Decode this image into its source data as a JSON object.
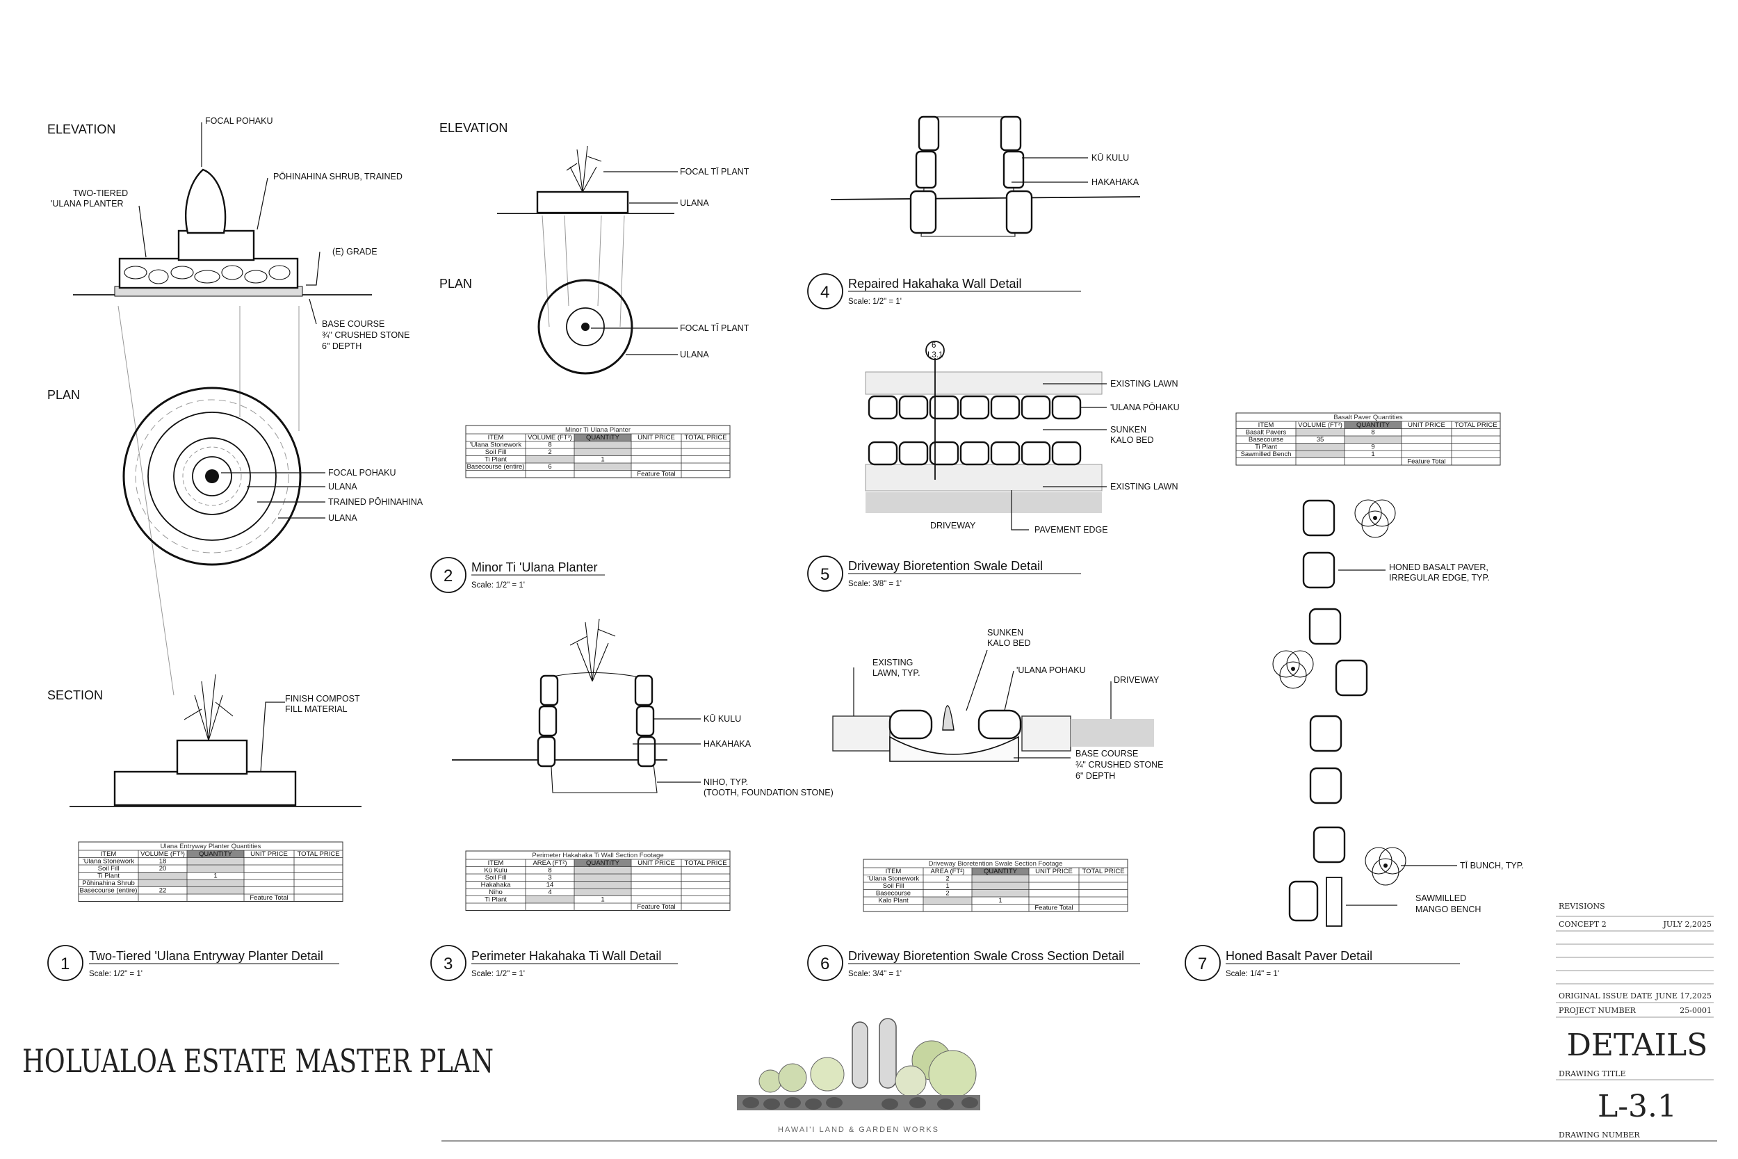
{
  "project_title": "HOLUALOA ESTATE MASTER PLAN",
  "logo_tagline": "HAWAI'I LAND & GARDEN WORKS",
  "title_block": {
    "revisions_label": "REVISIONS",
    "revision_name": "CONCEPT 2",
    "revision_date": "JULY 2,2025",
    "original_issue_label": "ORIGINAL ISSUE DATE",
    "original_issue_date": "JUNE 17,2025",
    "project_number_label": "PROJECT NUMBER",
    "project_number": "25-0001",
    "drawing_title": "DETAILS",
    "drawing_title_label": "DRAWING TITLE",
    "drawing_number": "L-3.1",
    "drawing_number_label": "DRAWING NUMBER"
  },
  "views": {
    "elevation": "ELEVATION",
    "plan": "PLAN",
    "section": "SECTION"
  },
  "details": [
    {
      "number": "1",
      "title": "Two-Tiered 'Ulana Entryway Planter Detail",
      "scale": "Scale:  1/2\" = 1'"
    },
    {
      "number": "2",
      "title": "Minor Ti 'Ulana Planter",
      "scale": "Scale:  1/2\" = 1'"
    },
    {
      "number": "3",
      "title": "Perimeter Hakahaka Ti Wall Detail",
      "scale": "Scale:  1/2\" = 1'"
    },
    {
      "number": "4",
      "title": "Repaired Hakahaka Wall Detail",
      "scale": "Scale:  1/2\" = 1'"
    },
    {
      "number": "5",
      "title": "Driveway Bioretention Swale Detail",
      "scale": "Scale:  3/8\" = 1'"
    },
    {
      "number": "6",
      "title": "Driveway Bioretention Swale Cross Section Detail",
      "scale": "Scale:  3/4\" = 1'"
    },
    {
      "number": "7",
      "title": "Honed Basalt Paver Detail",
      "scale": "Scale:  1/4\" = 1'"
    }
  ],
  "labels": {
    "d1": {
      "focal_pohaku": "FOCAL POHAKU",
      "pohinahina_shrub": "PŌHINAHINA SHRUB, TRAINED",
      "two_tiered_1": "TWO-TIERED",
      "two_tiered_2": "'ULANA PLANTER",
      "grade": "(E) GRADE",
      "base_course_1": "BASE COURSE",
      "base_course_2": "¾\" CRUSHED STONE",
      "base_course_3": "6\" DEPTH",
      "plan_focal": "FOCAL POHAKU",
      "plan_ulana_1": "ULANA",
      "plan_trained": "TRAINED PŌHINAHINA",
      "plan_ulana_2": "ULANA",
      "compost_1": "FINISH COMPOST",
      "compost_2": "FILL MATERIAL"
    },
    "d2": {
      "focal_ti_1": "FOCAL TĪ PLANT",
      "ulana_1": "ULANA",
      "focal_ti_2": "FOCAL TĪ PLANT",
      "ulana_2": "ULANA"
    },
    "d3": {
      "ku_kulu": "KŪ KULU",
      "hakahaka": "HAKAHAKA",
      "niho_1": "NIHO, TYP.",
      "niho_2": "(TOOTH, FOUNDATION STONE)"
    },
    "d4": {
      "ku_kulu": "KŪ KULU",
      "hakahaka": "HAKAHAKA"
    },
    "d5": {
      "existing_lawn_1": "EXISTING LAWN",
      "ulana_pohaku": "'ULANA PŌHAKU",
      "sunken_1": "SUNKEN",
      "sunken_2": "KALO BED",
      "existing_lawn_2": "EXISTING LAWN",
      "driveway": "DRIVEWAY",
      "pavement_edge": "PAVEMENT EDGE",
      "section_mark": "6",
      "section_sheet": "L3.1"
    },
    "d6": {
      "sunken_1": "SUNKEN",
      "sunken_2": "KALO BED",
      "existing_1": "EXISTING",
      "existing_2": "LAWN, TYP.",
      "ulana_pohaku": "'ULANA POHAKU",
      "driveway": "DRIVEWAY",
      "base_course_1": "BASE COURSE",
      "base_course_2": "¾\" CRUSHED STONE",
      "base_course_3": "6\" DEPTH"
    },
    "d7": {
      "paver_1": "HONED BASALT PAVER,",
      "paver_2": "IRREGULAR EDGE, TYP.",
      "ti_bunch": "TĪ BUNCH, TYP.",
      "bench_1": "SAWMILLED",
      "bench_2": "MANGO BENCH"
    }
  },
  "tables": {
    "t1": {
      "caption": "Ulana Entryway Planter Quantities",
      "headers": [
        "ITEM",
        "VOLUME (FT³)",
        "QUANTITY",
        "UNIT PRICE",
        "TOTAL PRICE"
      ],
      "rows": [
        [
          "'Ulana Stonework",
          "18",
          "",
          "",
          ""
        ],
        [
          "Soil Fill",
          "20",
          "",
          "",
          ""
        ],
        [
          "Ti Plant",
          "",
          "1",
          "",
          ""
        ],
        [
          "Pōhinahina Shrub",
          "",
          "",
          "",
          ""
        ],
        [
          "Basecourse (entire)",
          "22",
          "",
          "",
          ""
        ]
      ],
      "footer": "Feature Total"
    },
    "t2": {
      "caption": "Minor Ti Ulana Planter",
      "headers": [
        "ITEM",
        "VOLUME (FT³)",
        "QUANTITY",
        "UNIT PRICE",
        "TOTAL PRICE"
      ],
      "rows": [
        [
          "'Ulana Stonework",
          "8",
          "",
          "",
          ""
        ],
        [
          "Soil Fill",
          "2",
          "",
          "",
          ""
        ],
        [
          "Ti Plant",
          "",
          "1",
          "",
          ""
        ],
        [
          "Basecourse (entire)",
          "6",
          "",
          "",
          ""
        ]
      ],
      "footer": "Feature Total"
    },
    "t3": {
      "caption": "Perimeter Hakahaka Ti Wall Section Footage",
      "headers": [
        "ITEM",
        "AREA (FT²)",
        "QUANTITY",
        "UNIT PRICE",
        "TOTAL PRICE"
      ],
      "rows": [
        [
          "Kū Kulu",
          "8",
          "",
          "",
          ""
        ],
        [
          "Soil Fill",
          "3",
          "",
          "",
          ""
        ],
        [
          "Hakahaka",
          "14",
          "",
          "",
          ""
        ],
        [
          "Niho",
          "4",
          "",
          "",
          ""
        ],
        [
          "Ti Plant",
          "",
          "1",
          "",
          ""
        ]
      ],
      "footer": "Feature Total"
    },
    "t6": {
      "caption": "Driveway Bioretention Swale Section Footage",
      "headers": [
        "ITEM",
        "AREA (FT²)",
        "QUANTITY",
        "UNIT PRICE",
        "TOTAL PRICE"
      ],
      "rows": [
        [
          "'Ulana Stonework",
          "2",
          "",
          "",
          ""
        ],
        [
          "Soil Fill",
          "1",
          "",
          "",
          ""
        ],
        [
          "Basecourse",
          "2",
          "",
          "",
          ""
        ],
        [
          "Kalo Plant",
          "",
          "1",
          "",
          ""
        ]
      ],
      "footer": "Feature Total"
    },
    "t7": {
      "caption": "Basalt Paver Quantities",
      "headers": [
        "ITEM",
        "VOLUME (FT³)",
        "QUANTITY",
        "UNIT PRICE",
        "TOTAL PRICE"
      ],
      "rows": [
        [
          "Basalt Pavers",
          "",
          "8",
          "",
          ""
        ],
        [
          "Basecourse",
          "35",
          "",
          "",
          ""
        ],
        [
          "Ti Plant",
          "",
          "9",
          "",
          ""
        ],
        [
          "Sawmilled Bench",
          "",
          "1",
          "",
          ""
        ]
      ],
      "footer": "Feature Total"
    }
  }
}
